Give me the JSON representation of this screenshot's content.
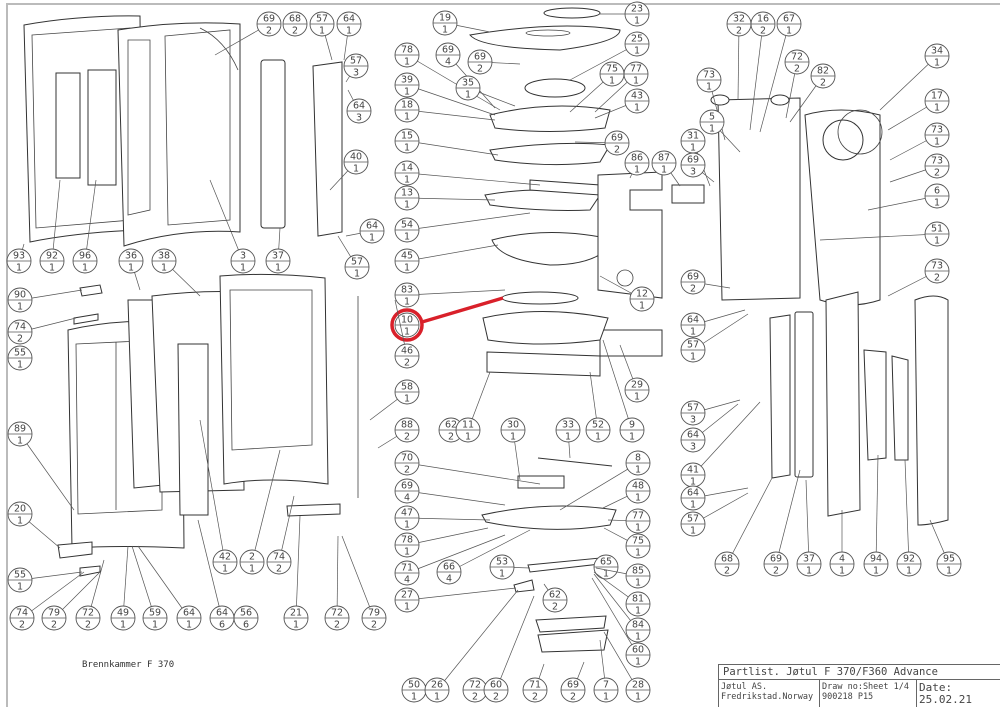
{
  "document": {
    "caption": "Brennkammer F 370",
    "title_block": {
      "title": "Partlist. Jøtul F 370/F360 Advance",
      "company": "Jøtul AS.",
      "location": "Fredrikstad.Norway",
      "drawing_label": "Draw no:Sheet 1/4",
      "drawing_number": "900218 P15",
      "date_label": "Date:",
      "date": "25.02.21"
    },
    "highlight_color": "#d9202a",
    "highlighted_part": "10"
  },
  "callouts": [
    {
      "part": "69",
      "qty": "2"
    },
    {
      "part": "68",
      "qty": "2"
    },
    {
      "part": "57",
      "qty": "1"
    },
    {
      "part": "64",
      "qty": "1"
    },
    {
      "part": "57",
      "qty": "3"
    },
    {
      "part": "64",
      "qty": "3"
    },
    {
      "part": "40",
      "qty": "1"
    },
    {
      "part": "64",
      "qty": "1"
    },
    {
      "part": "57",
      "qty": "1"
    },
    {
      "part": "93",
      "qty": "1"
    },
    {
      "part": "92",
      "qty": "1"
    },
    {
      "part": "96",
      "qty": "1"
    },
    {
      "part": "36",
      "qty": "1"
    },
    {
      "part": "38",
      "qty": "1"
    },
    {
      "part": "3",
      "qty": "1"
    },
    {
      "part": "37",
      "qty": "1"
    },
    {
      "part": "90",
      "qty": "1"
    },
    {
      "part": "74",
      "qty": "2"
    },
    {
      "part": "55",
      "qty": "1"
    },
    {
      "part": "89",
      "qty": "1"
    },
    {
      "part": "20",
      "qty": "1"
    },
    {
      "part": "55",
      "qty": "1"
    },
    {
      "part": "74",
      "qty": "2"
    },
    {
      "part": "79",
      "qty": "2"
    },
    {
      "part": "72",
      "qty": "2"
    },
    {
      "part": "49",
      "qty": "1"
    },
    {
      "part": "59",
      "qty": "1"
    },
    {
      "part": "64",
      "qty": "1"
    },
    {
      "part": "64",
      "qty": "6"
    },
    {
      "part": "56",
      "qty": "6"
    },
    {
      "part": "42",
      "qty": "1"
    },
    {
      "part": "2",
      "qty": "1"
    },
    {
      "part": "74",
      "qty": "2"
    },
    {
      "part": "21",
      "qty": "1"
    },
    {
      "part": "72",
      "qty": "2"
    },
    {
      "part": "79",
      "qty": "2"
    },
    {
      "part": "19",
      "qty": "1"
    },
    {
      "part": "23",
      "qty": "1"
    },
    {
      "part": "25",
      "qty": "1"
    },
    {
      "part": "78",
      "qty": "1"
    },
    {
      "part": "69",
      "qty": "4"
    },
    {
      "part": "69",
      "qty": "2"
    },
    {
      "part": "35",
      "qty": "1"
    },
    {
      "part": "75",
      "qty": "1"
    },
    {
      "part": "77",
      "qty": "1"
    },
    {
      "part": "43",
      "qty": "1"
    },
    {
      "part": "39",
      "qty": "1"
    },
    {
      "part": "18",
      "qty": "1"
    },
    {
      "part": "69",
      "qty": "2"
    },
    {
      "part": "15",
      "qty": "1"
    },
    {
      "part": "14",
      "qty": "1"
    },
    {
      "part": "13",
      "qty": "1"
    },
    {
      "part": "54",
      "qty": "1"
    },
    {
      "part": "45",
      "qty": "1"
    },
    {
      "part": "83",
      "qty": "1"
    },
    {
      "part": "10",
      "qty": "1"
    },
    {
      "part": "46",
      "qty": "2"
    },
    {
      "part": "58",
      "qty": "1"
    },
    {
      "part": "88",
      "qty": "2"
    },
    {
      "part": "62",
      "qty": "2"
    },
    {
      "part": "11",
      "qty": "1"
    },
    {
      "part": "30",
      "qty": "1"
    },
    {
      "part": "33",
      "qty": "1"
    },
    {
      "part": "52",
      "qty": "1"
    },
    {
      "part": "9",
      "qty": "1"
    },
    {
      "part": "70",
      "qty": "2"
    },
    {
      "part": "8",
      "qty": "1"
    },
    {
      "part": "69",
      "qty": "4"
    },
    {
      "part": "48",
      "qty": "1"
    },
    {
      "part": "47",
      "qty": "1"
    },
    {
      "part": "77",
      "qty": "1"
    },
    {
      "part": "78",
      "qty": "1"
    },
    {
      "part": "75",
      "qty": "1"
    },
    {
      "part": "71",
      "qty": "4"
    },
    {
      "part": "66",
      "qty": "4"
    },
    {
      "part": "53",
      "qty": "1"
    },
    {
      "part": "65",
      "qty": "1"
    },
    {
      "part": "85",
      "qty": "1"
    },
    {
      "part": "27",
      "qty": "1"
    },
    {
      "part": "62",
      "qty": "2"
    },
    {
      "part": "81",
      "qty": "1"
    },
    {
      "part": "84",
      "qty": "1"
    },
    {
      "part": "60",
      "qty": "1"
    },
    {
      "part": "50",
      "qty": "1"
    },
    {
      "part": "26",
      "qty": "1"
    },
    {
      "part": "72",
      "qty": "2"
    },
    {
      "part": "60",
      "qty": "2"
    },
    {
      "part": "71",
      "qty": "2"
    },
    {
      "part": "69",
      "qty": "2"
    },
    {
      "part": "7",
      "qty": "1"
    },
    {
      "part": "28",
      "qty": "1"
    },
    {
      "part": "86",
      "qty": "1"
    },
    {
      "part": "87",
      "qty": "1"
    },
    {
      "part": "31",
      "qty": "1"
    },
    {
      "part": "69",
      "qty": "3"
    },
    {
      "part": "12",
      "qty": "1"
    },
    {
      "part": "69",
      "qty": "2"
    },
    {
      "part": "29",
      "qty": "1"
    },
    {
      "part": "64",
      "qty": "1"
    },
    {
      "part": "57",
      "qty": "1"
    },
    {
      "part": "57",
      "qty": "3"
    },
    {
      "part": "64",
      "qty": "3"
    },
    {
      "part": "41",
      "qty": "1"
    },
    {
      "part": "64",
      "qty": "1"
    },
    {
      "part": "57",
      "qty": "1"
    },
    {
      "part": "32",
      "qty": "2"
    },
    {
      "part": "16",
      "qty": "2"
    },
    {
      "part": "67",
      "qty": "1"
    },
    {
      "part": "73",
      "qty": "1"
    },
    {
      "part": "5",
      "qty": "1"
    },
    {
      "part": "72",
      "qty": "2"
    },
    {
      "part": "82",
      "qty": "2"
    },
    {
      "part": "34",
      "qty": "1"
    },
    {
      "part": "17",
      "qty": "1"
    },
    {
      "part": "73",
      "qty": "1"
    },
    {
      "part": "73",
      "qty": "2"
    },
    {
      "part": "6",
      "qty": "1"
    },
    {
      "part": "51",
      "qty": "1"
    },
    {
      "part": "73",
      "qty": "2"
    },
    {
      "part": "68",
      "qty": "2"
    },
    {
      "part": "69",
      "qty": "2"
    },
    {
      "part": "37",
      "qty": "1"
    },
    {
      "part": "4",
      "qty": "1"
    },
    {
      "part": "94",
      "qty": "1"
    },
    {
      "part": "92",
      "qty": "1"
    },
    {
      "part": "95",
      "qty": "1"
    }
  ]
}
